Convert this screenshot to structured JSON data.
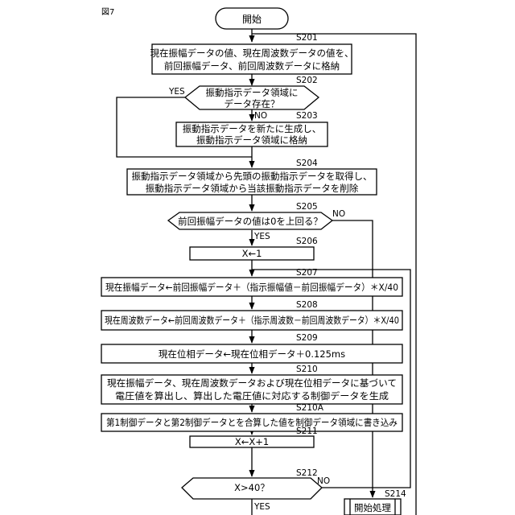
{
  "figure_label": "図7",
  "start": {
    "label": "開始"
  },
  "steps": {
    "s201": {
      "id": "S201",
      "lines": [
        "現在振幅データの値、現在周波数データの値を、",
        "前回振幅データ、前回周波数データに格納"
      ]
    },
    "s202": {
      "id": "S202",
      "lines": [
        "振動指示データ領域に",
        "データ存在？"
      ],
      "yes": "YES",
      "no": "NO"
    },
    "s203": {
      "id": "S203",
      "lines": [
        "振動指示データを新たに生成し、",
        "振動指示データ領域に格納"
      ]
    },
    "s204": {
      "id": "S204",
      "lines": [
        "振動指示データ領域から先頭の振動指示データを取得し、",
        "振動指示データ領域から当該振動指示データを削除"
      ]
    },
    "s205": {
      "id": "S205",
      "lines": [
        "前回振幅データの値は0を上回る？"
      ],
      "yes": "YES",
      "no": "NO"
    },
    "s206": {
      "id": "S206",
      "lines": [
        "X←1"
      ]
    },
    "s207": {
      "id": "S207",
      "lines": [
        "現在振幅データ←前回振幅データ＋（指示振幅値－前回振幅データ）＊X/40"
      ]
    },
    "s208": {
      "id": "S208",
      "lines": [
        "現在周波数データ←前回周波数データ＋（指示周波数－前回周波数データ）＊X/40"
      ]
    },
    "s209": {
      "id": "S209",
      "lines": [
        "現在位相データ←現在位相データ＋0.125ms"
      ]
    },
    "s210": {
      "id": "S210",
      "lines": [
        "現在振幅データ、現在周波数データおよび現在位相データに基づいて",
        "電圧値を算出し、算出した電圧値に対応する制御データを生成"
      ]
    },
    "s210a": {
      "id": "S210A",
      "lines": [
        "第1制御データと第2制御データとを合算した値を制御データ領域に書き込み"
      ]
    },
    "s211": {
      "id": "S211",
      "lines": [
        "X←X+1"
      ]
    },
    "s212": {
      "id": "S212",
      "lines": [
        "X>40？"
      ],
      "yes": "YES",
      "no": "NO"
    },
    "s214": {
      "id": "S214",
      "lines": [
        "開始処理"
      ]
    }
  }
}
